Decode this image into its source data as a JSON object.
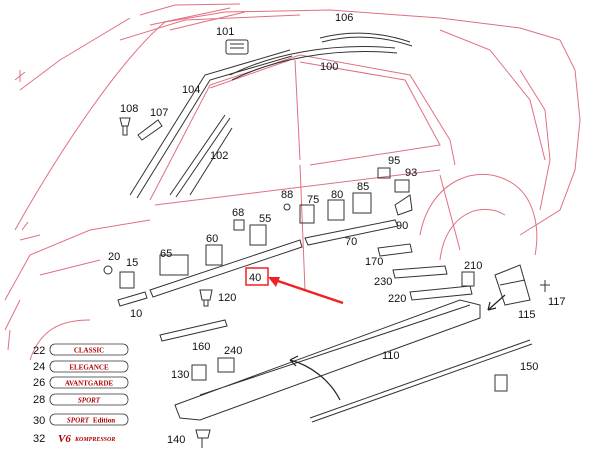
{
  "colors": {
    "body_line": "#e07080",
    "part_line": "#333333",
    "highlight": "#ee2222",
    "badge_text": "#b00000"
  },
  "callouts": {
    "p10": "10",
    "p15": "15",
    "p20": "20",
    "p22": "22",
    "p24": "24",
    "p26": "26",
    "p28": "28",
    "p30": "30",
    "p32": "32",
    "p40": "40",
    "p55": "55",
    "p60": "60",
    "p65": "65",
    "p68": "68",
    "p70": "70",
    "p75": "75",
    "p80": "80",
    "p85": "85",
    "p88": "88",
    "p90": "90",
    "p93": "93",
    "p95": "95",
    "p100": "100",
    "p101": "101",
    "p102": "102",
    "p104": "104",
    "p106": "106",
    "p107": "107",
    "p108": "108",
    "p110": "110",
    "p115": "115",
    "p117": "117",
    "p120": "120",
    "p130": "130",
    "p140": "140",
    "p150": "150",
    "p160": "160",
    "p170": "170",
    "p210": "210",
    "p220": "220",
    "p230": "230",
    "p240": "240"
  },
  "badges": {
    "classic": "CLASSIC",
    "elegance": "ELEGANCE",
    "avantgarde": "AVANTGARDE",
    "sport": "SPORT",
    "sport_edition_a": "SPORT",
    "sport_edition_b": "Edition",
    "v6_a": "V6",
    "v6_b": "KOMPRESSOR"
  }
}
